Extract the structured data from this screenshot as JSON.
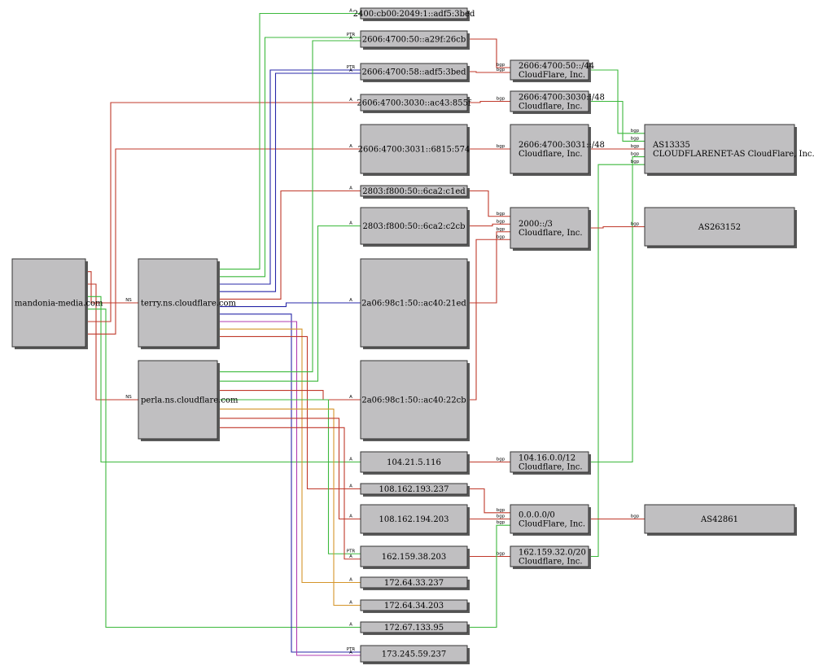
{
  "nodes": {
    "mandonia": [
      "mandonia-media.com"
    ],
    "terry": [
      "terry.ns.cloudflare.com"
    ],
    "perla": [
      "perla.ns.cloudflare.com"
    ],
    "ip_2400": [
      "2400:cb00:2049:1::adf5:3bed"
    ],
    "ip_2606_50": [
      "2606:4700:50::a29f:26cb"
    ],
    "ip_2606_58": [
      "2606:4700:58::adf5:3bed"
    ],
    "ip_2606_3030": [
      "2606:4700:3030::ac43:855f"
    ],
    "ip_2606_3031": [
      "2606:4700:3031::6815:574"
    ],
    "ip_2803_c1ed": [
      "2803:f800:50::6ca2:c1ed"
    ],
    "ip_2803_c2cb": [
      "2803:f800:50::6ca2:c2cb"
    ],
    "ip_2a06_21ed": [
      "2a06:98c1:50::ac40:21ed"
    ],
    "ip_2a06_22cb": [
      "2a06:98c1:50::ac40:22cb"
    ],
    "ip_104": [
      "104.21.5.116"
    ],
    "ip_108_193": [
      "108.162.193.237"
    ],
    "ip_108_194": [
      "108.162.194.203"
    ],
    "ip_162": [
      "162.159.38.203"
    ],
    "ip_172_33": [
      "172.64.33.237"
    ],
    "ip_172_34": [
      "172.64.34.203"
    ],
    "ip_172_67": [
      "172.67.133.95"
    ],
    "ip_173": [
      "173.245.59.237"
    ],
    "pfx_2606_44": [
      "2606:4700:50::/44",
      "CloudFlare, Inc."
    ],
    "pfx_2606_3030": [
      "2606:4700:3030::/48",
      "Cloudflare, Inc."
    ],
    "pfx_2606_3031": [
      "2606:4700:3031::/48",
      "Cloudflare, Inc."
    ],
    "pfx_2000": [
      "2000::/3",
      "Cloudflare, Inc."
    ],
    "pfx_104": [
      "104.16.0.0/12",
      "Cloudflare, Inc."
    ],
    "pfx_0000": [
      "0.0.0.0/0",
      "CloudFlare, Inc."
    ],
    "pfx_162": [
      "162.159.32.0/20",
      "Cloudflare, Inc."
    ],
    "as13335": [
      "AS13335",
      "CLOUDFLARENET-AS CloudFlare, Inc."
    ],
    "as263152": [
      "AS263152"
    ],
    "as42861": [
      "AS42861"
    ]
  },
  "edges": [
    {
      "from": "mandonia",
      "to": "terry",
      "label": "NS",
      "color": "#c0392b"
    },
    {
      "from": "mandonia",
      "to": "perla",
      "label": "NS",
      "color": "#c0392b"
    },
    {
      "from": "mandonia",
      "to": "ip_104",
      "label": "A",
      "color": "#3cb93c"
    },
    {
      "from": "mandonia",
      "to": "ip_172_67",
      "label": "A",
      "color": "#3cb93c"
    },
    {
      "from": "mandonia",
      "to": "ip_2606_3030",
      "label": "A",
      "color": "#c0392b"
    },
    {
      "from": "mandonia",
      "to": "ip_2606_3031",
      "label": "A",
      "color": "#c0392b"
    },
    {
      "from": "terry",
      "to": "ip_2400",
      "label": "A",
      "color": "#3cb93c"
    },
    {
      "from": "terry",
      "to": "ip_2606_50",
      "label": "PTR",
      "color": "#3cb93c"
    },
    {
      "from": "terry",
      "to": "ip_2606_58",
      "label": "PTR",
      "color": "#2828a8"
    },
    {
      "from": "terry",
      "to": "ip_2606_58",
      "label": "A",
      "color": "#2828a8"
    },
    {
      "from": "terry",
      "to": "ip_2803_c1ed",
      "label": "A",
      "color": "#c0392b"
    },
    {
      "from": "terry",
      "to": "ip_2a06_21ed",
      "label": "A",
      "color": "#2828a8"
    },
    {
      "from": "terry",
      "to": "ip_173",
      "label": "PTR",
      "color": "#2828a8"
    },
    {
      "from": "terry",
      "to": "ip_173",
      "label": "A",
      "color": "#b03cb0"
    },
    {
      "from": "terry",
      "to": "ip_172_33",
      "label": "A",
      "color": "#d4952a"
    },
    {
      "from": "terry",
      "to": "ip_108_193",
      "label": "A",
      "color": "#c0392b"
    },
    {
      "from": "perla",
      "to": "ip_2606_50",
      "label": "A",
      "color": "#3cb93c"
    },
    {
      "from": "perla",
      "to": "ip_2803_c2cb",
      "label": "A",
      "color": "#3cb93c"
    },
    {
      "from": "perla",
      "to": "ip_2a06_22cb",
      "label": "A",
      "color": "#c0392b"
    },
    {
      "from": "perla",
      "to": "ip_162",
      "label": "PTR",
      "color": "#3cb93c"
    },
    {
      "from": "perla",
      "to": "ip_172_34",
      "label": "A",
      "color": "#d4952a"
    },
    {
      "from": "perla",
      "to": "ip_108_194",
      "label": "A",
      "color": "#c0392b"
    },
    {
      "from": "perla",
      "to": "ip_162",
      "label": "A",
      "color": "#c0392b"
    },
    {
      "from": "ip_2606_50",
      "to": "pfx_2606_44",
      "label": "bgp",
      "color": "#c0392b"
    },
    {
      "from": "ip_2606_58",
      "to": "pfx_2606_44",
      "label": "bgp",
      "color": "#c0392b"
    },
    {
      "from": "ip_2606_3030",
      "to": "pfx_2606_3030",
      "label": "bgp",
      "color": "#c0392b"
    },
    {
      "from": "ip_2606_3031",
      "to": "pfx_2606_3031",
      "label": "bgp",
      "color": "#c0392b"
    },
    {
      "from": "ip_2803_c1ed",
      "to": "pfx_2000",
      "label": "bgp",
      "color": "#c0392b"
    },
    {
      "from": "ip_2803_c2cb",
      "to": "pfx_2000",
      "label": "bgp",
      "color": "#c0392b"
    },
    {
      "from": "ip_2a06_21ed",
      "to": "pfx_2000",
      "label": "bgp",
      "color": "#c0392b"
    },
    {
      "from": "ip_2a06_22cb",
      "to": "pfx_2000",
      "label": "bgp",
      "color": "#c0392b"
    },
    {
      "from": "ip_104",
      "to": "pfx_104",
      "label": "bgp",
      "color": "#c0392b"
    },
    {
      "from": "ip_108_193",
      "to": "pfx_0000",
      "label": "bgp",
      "color": "#c0392b"
    },
    {
      "from": "ip_108_194",
      "to": "pfx_0000",
      "label": "bgp",
      "color": "#c0392b"
    },
    {
      "from": "ip_162",
      "to": "pfx_162",
      "label": "bgp",
      "color": "#c0392b"
    },
    {
      "from": "ip_172_67",
      "to": "pfx_0000",
      "label": "bgp",
      "color": "#3cb93c"
    },
    {
      "from": "pfx_2606_44",
      "to": "as13335",
      "label": "bgp",
      "color": "#3cb93c"
    },
    {
      "from": "pfx_2606_3030",
      "to": "as13335",
      "label": "bgp",
      "color": "#3cb93c"
    },
    {
      "from": "pfx_2606_3031",
      "to": "as13335",
      "label": "bgp",
      "color": "#c0392b"
    },
    {
      "from": "pfx_104",
      "to": "as13335",
      "label": "bgp",
      "color": "#3cb93c"
    },
    {
      "from": "pfx_162",
      "to": "as13335",
      "label": "bgp",
      "color": "#3cb93c"
    },
    {
      "from": "pfx_2000",
      "to": "as263152",
      "label": "bgp",
      "color": "#c0392b"
    },
    {
      "from": "pfx_0000",
      "to": "as42861",
      "label": "bgp",
      "color": "#c0392b"
    }
  ]
}
